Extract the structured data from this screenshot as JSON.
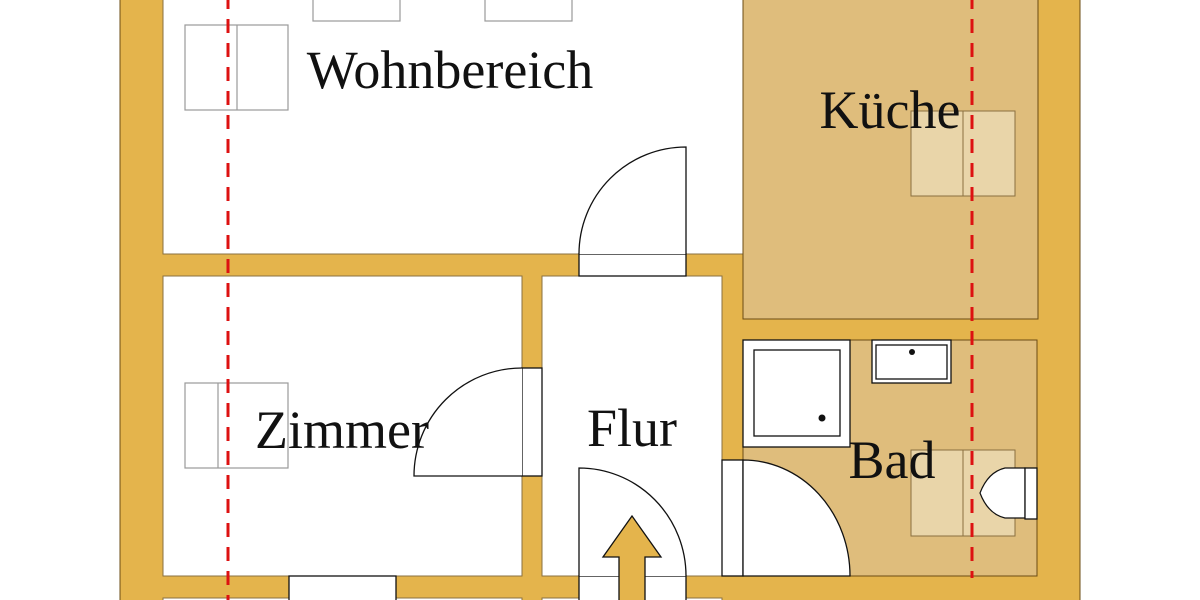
{
  "plan": {
    "colors": {
      "background": "#ffffff",
      "wall": "#e4b44c",
      "wall_outline": "#6b4c14",
      "room_white": "#ffffff",
      "room_tan": "#dfbd7c",
      "furniture_outline": "#9a9a9a",
      "furniture_overlay": "#f0e4c8",
      "axis_line": "#dd1111",
      "door_line": "#111111",
      "entry_arrow": "#e4b44c"
    },
    "rooms": {
      "wohnbereich": {
        "label": "Wohnbereich"
      },
      "kueche": {
        "label": "Küche"
      },
      "zimmer": {
        "label": "Zimmer"
      },
      "flur": {
        "label": "Flur"
      },
      "bad": {
        "label": "Bad"
      }
    },
    "icons": {
      "entry_arrow": "arrow-up-icon",
      "door": "door-swing-icon",
      "window": "window-icon",
      "shower": "shower-icon",
      "sink": "sink-icon",
      "toilet": "toilet-icon",
      "sight_line": "dashed-axis-line"
    }
  }
}
